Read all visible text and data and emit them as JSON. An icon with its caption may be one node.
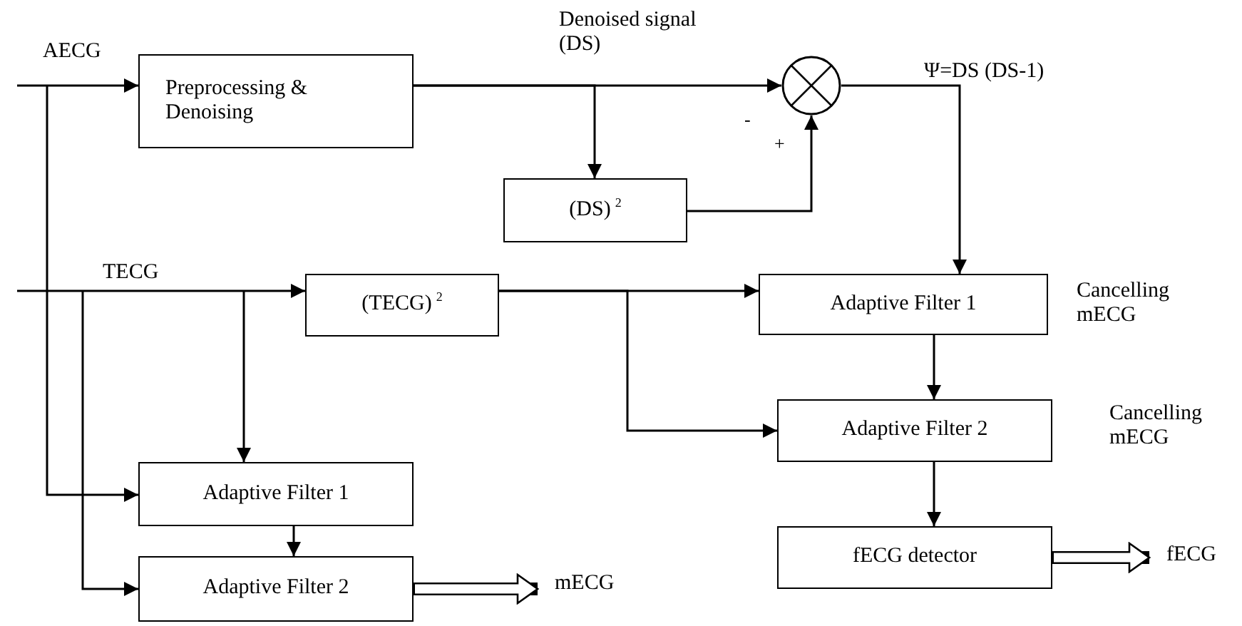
{
  "diagram": {
    "nodes": [
      {
        "text": [
          "Preprocessing & Denoising"
        ]
      },
      {
        "text": [],
        "shape": "circle"
      },
      {
        "text": [
          "(DS)$^{2}$"
        ]
      },
      {
        "text": [
          "(TECG)$^{2}$"
        ]
      },
      {
        "text": [
          "Adaptive Filter 1"
        ],
        "beside": [
          "Cancelling mECG"
        ]
      },
      {
        "text": [
          "Adaptive Filter 2"
        ],
        "beside": [
          "Cancelling mECG"
        ]
      },
      {
        "text": [
          "fECG detector"
        ]
      },
      {
        "text": [
          "Adaptive Filter 1"
        ]
      },
      {
        "text": [
          "Adaptive Filter 2"
        ]
      },
      {
        "text": [
          "mECG"
        ]
      },
      {
        "text": [
          "fECG"
        ]
      }
    ],
    "edges": [
      {
        "from": null,
        "to": 0,
        "arrow": "to"
      },
      {
        "from": null,
        "to": 7,
        "arrow": "to"
      },
      {
        "from": 0,
        "to": 1,
        "arrow": "to",
        "label": "Denoised signal (DS)"
      },
      {
        "from": 0,
        "to": 2,
        "arrow": "to"
      },
      {
        "from": 2,
        "to": 1,
        "arrow": "to"
      },
      {
        "from": 1,
        "to": 4,
        "arrow": "to",
        "label": "Ψ=DS (DS-1)"
      },
      {
        "from": null,
        "to": 3,
        "arrow": "to"
      },
      {
        "from": null,
        "to": 8,
        "arrow": "to"
      },
      {
        "from": null,
        "to": 7,
        "arrow": "to"
      },
      {
        "from": 3,
        "to": 4,
        "arrow": "to"
      },
      {
        "from": 3,
        "to": 5,
        "arrow": "to"
      },
      {
        "from": 4,
        "to": 5,
        "arrow": "to"
      },
      {
        "from": 5,
        "to": 6,
        "arrow": "to"
      },
      {
        "from": 7,
        "to": 8,
        "arrow": "to"
      },
      {
        "from": 8,
        "to": 9,
        "arrow": "to",
        "style": "thick"
      },
      {
        "from": 6,
        "to": 10,
        "arrow": "to",
        "style": "thick"
      }
    ],
    "labels": [
      "AECG",
      "TECG",
      "-",
      "+"
    ]
  }
}
